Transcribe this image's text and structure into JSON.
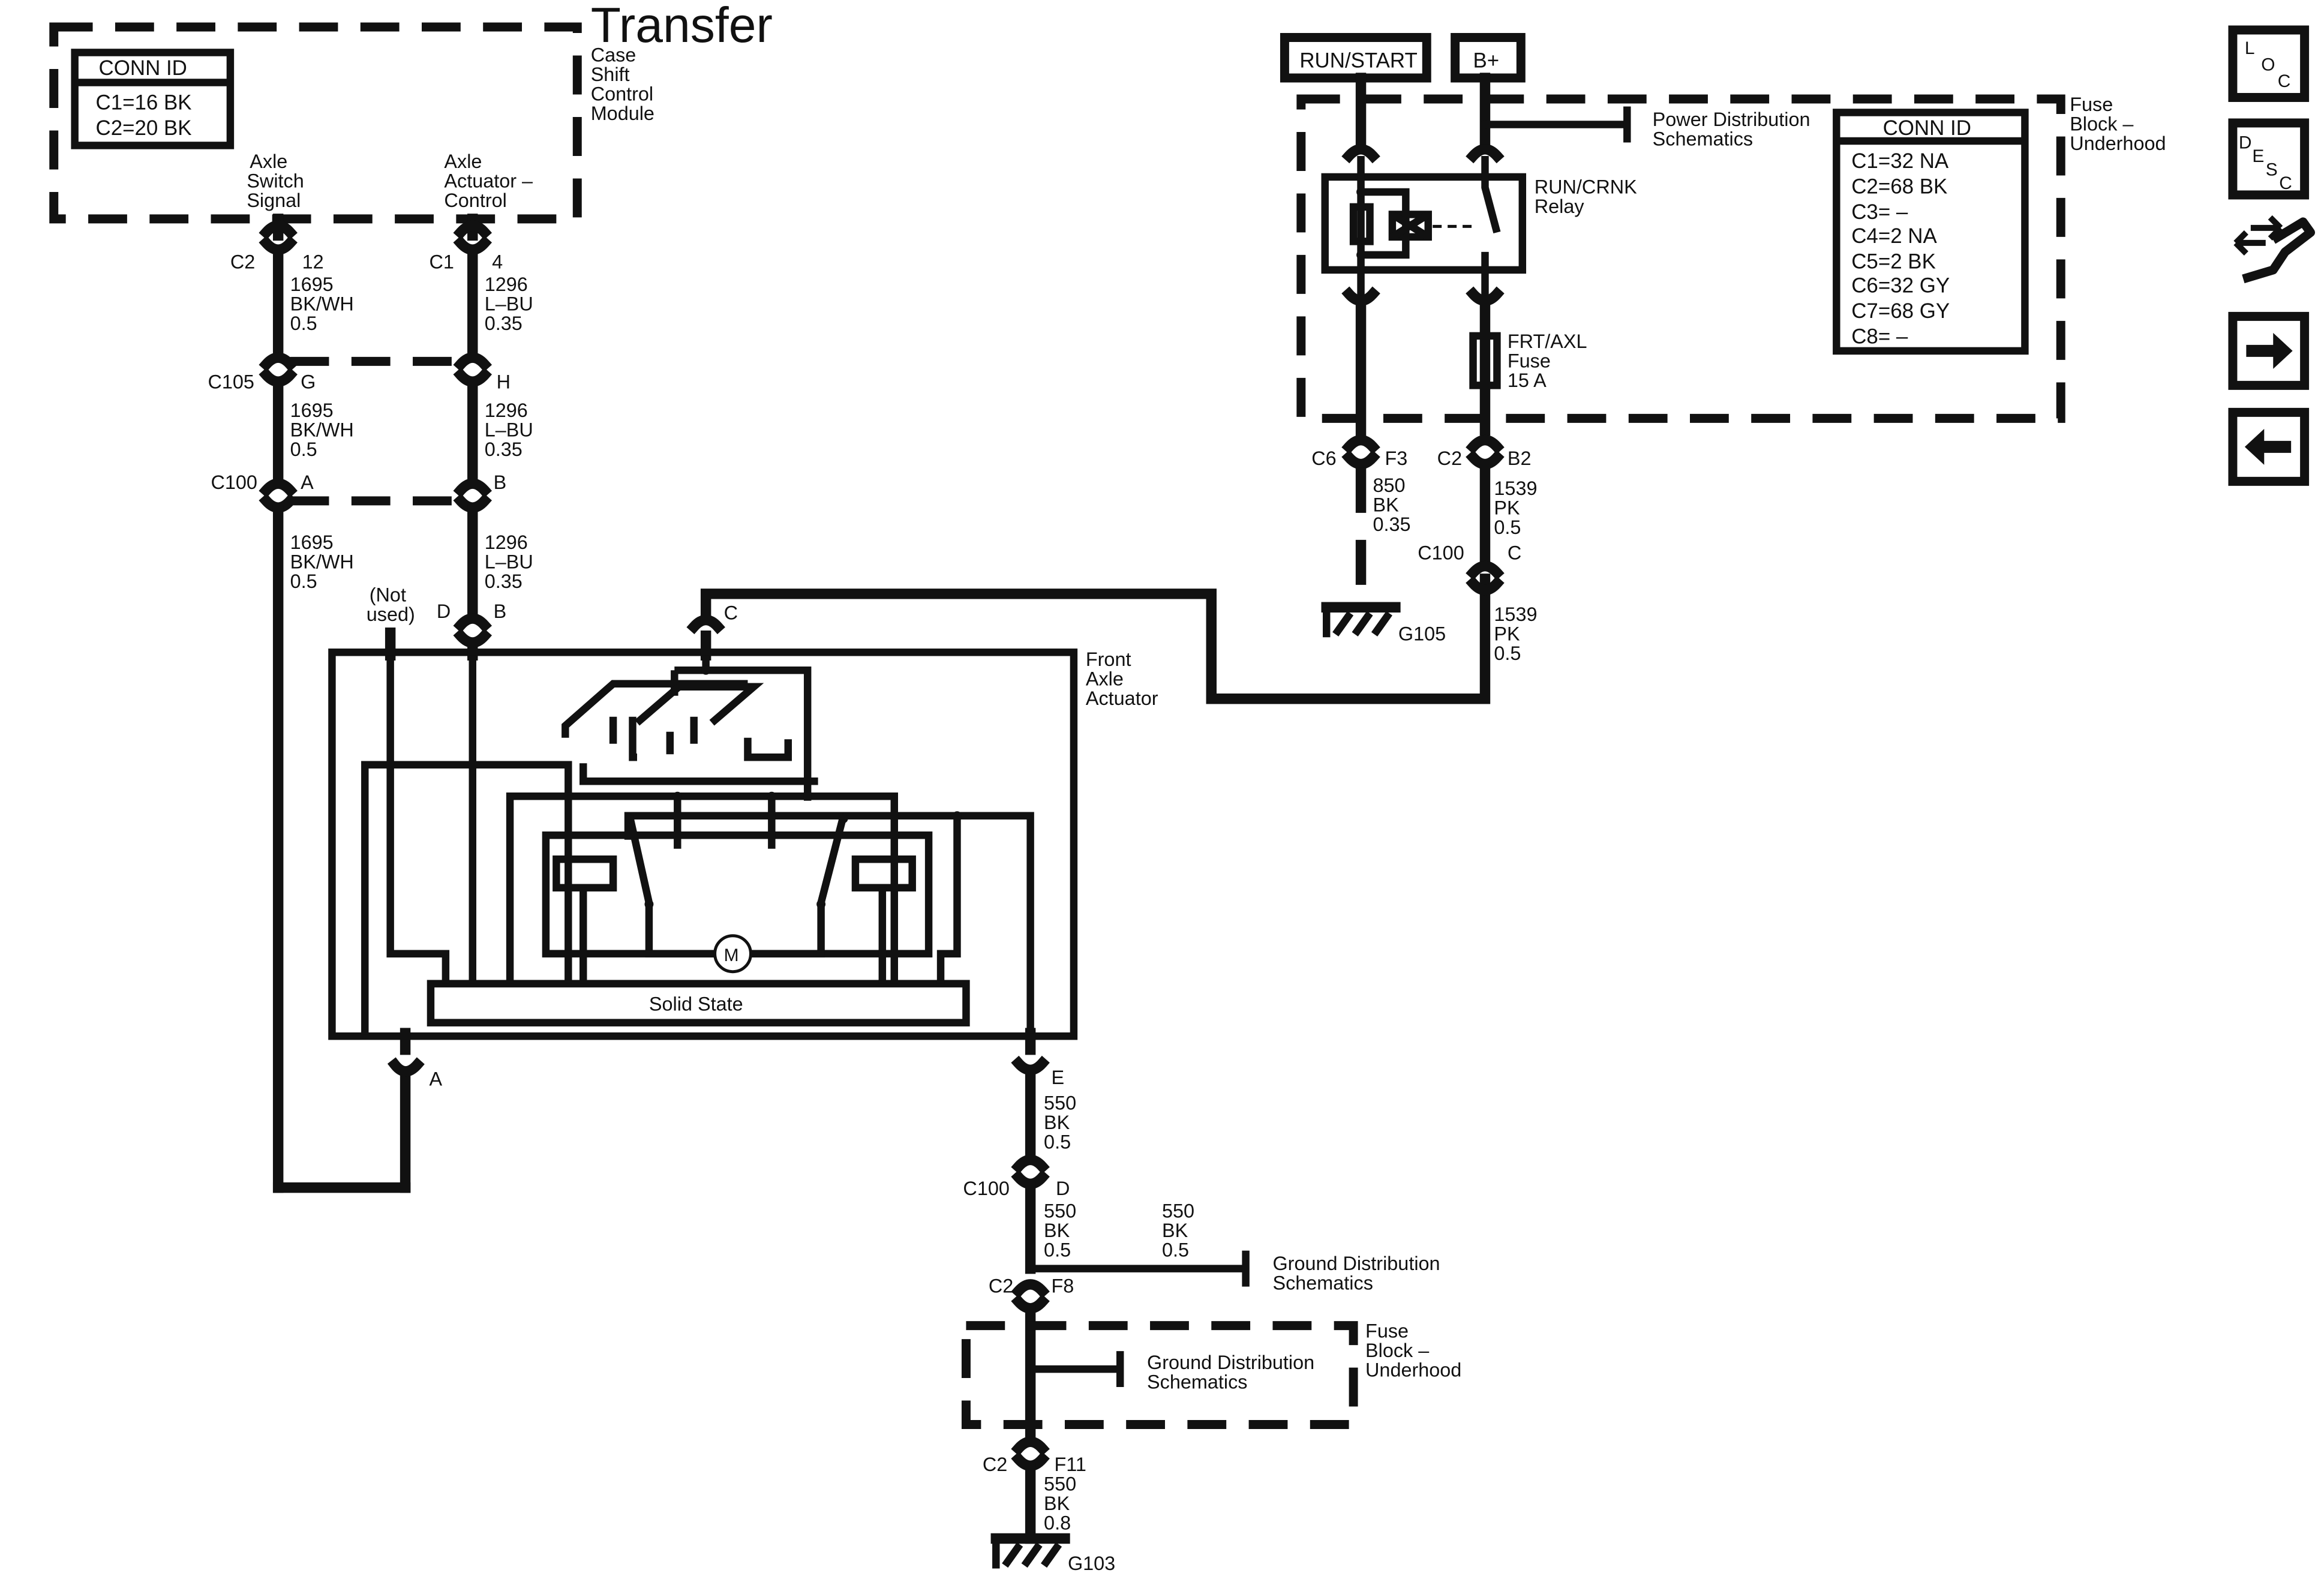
{
  "tcscm": {
    "module_name": [
      "Transfer",
      "Case",
      "Shift",
      "Control",
      "Module"
    ],
    "conn_id_title": "CONN ID",
    "conn_ids": [
      "C1=16 BK",
      "C2=20 BK"
    ],
    "axle_switch": [
      "Axle",
      "Switch",
      "Signal"
    ],
    "axle_actuator": [
      "Axle",
      "Actuator –",
      "Control"
    ]
  },
  "fuse_block": {
    "name": [
      "Fuse",
      "Block –",
      "Underhood"
    ],
    "conn_id_title": "CONN ID",
    "conn_ids": [
      "C1=32 NA",
      "C2=68 BK",
      "C3= –",
      "C4=2 NA",
      "C5=2 BK",
      "C6=32 GY",
      "C7=68 GY",
      "C8= –"
    ],
    "power_dist": [
      "Power Distribution",
      "Schematics"
    ],
    "relay": [
      "RUN/CRNK",
      "Relay"
    ],
    "fuse": [
      "FRT/AXL",
      "Fuse",
      "15 A"
    ]
  },
  "power_sources": {
    "run_start": "RUN/START",
    "battery": "B+"
  },
  "actuator": {
    "name": [
      "Front",
      "Axle",
      "Actuator"
    ],
    "solid_state": "Solid State",
    "motor": "M",
    "not_used": [
      "(Not",
      "used)"
    ]
  },
  "connectors": {
    "c2": "C2",
    "c1": "C1",
    "c105": "C105",
    "c100": "C100",
    "c6": "C6",
    "pin_12": "12",
    "pin_4": "4",
    "pin_g": "G",
    "pin_h": "H",
    "pin_a": "A",
    "pin_b": "B",
    "pin_d": "D",
    "pin_c": "C",
    "pin_e": "E",
    "pin_f3": "F3",
    "pin_b2": "B2",
    "pin_f8": "F8",
    "pin_f11": "F11"
  },
  "wires": {
    "w1695": [
      "1695",
      "BK/WH",
      "0.5"
    ],
    "w1296": [
      "1296",
      "L–BU",
      "0.35"
    ],
    "w850": [
      "850",
      "BK",
      "0.35"
    ],
    "w1539": [
      "1539",
      "PK",
      "0.5"
    ],
    "w550": [
      "550",
      "BK",
      "0.5"
    ],
    "w550b": [
      "550",
      "BK",
      "0.8"
    ]
  },
  "grounds": {
    "g105": "G105",
    "g103": "G103"
  },
  "ground_dist": [
    "Ground Distribution",
    "Schematics"
  ],
  "lower_fuse_block": [
    "Fuse",
    "Block –",
    "Underhood"
  ],
  "nav": {
    "loc": [
      "L",
      "O",
      "C"
    ],
    "desc": [
      "D",
      "E",
      "S",
      "C"
    ]
  }
}
